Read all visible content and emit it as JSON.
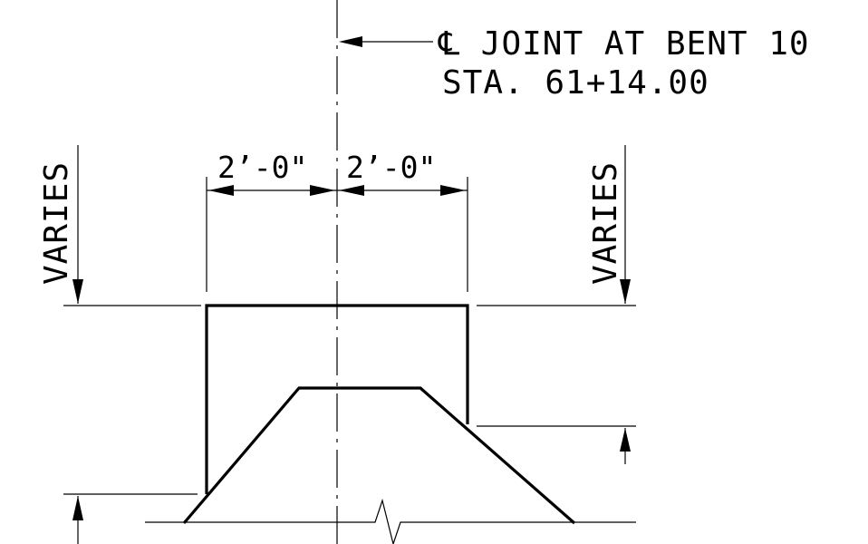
{
  "callout": {
    "joint_line": "℄ JOINT AT BENT 10",
    "station_line": "STA. 61+14.00"
  },
  "dimensions": {
    "left_width": "2’-0\"",
    "right_width": "2’-0\"",
    "left_height": "VARIES",
    "right_height": "VARIES"
  }
}
